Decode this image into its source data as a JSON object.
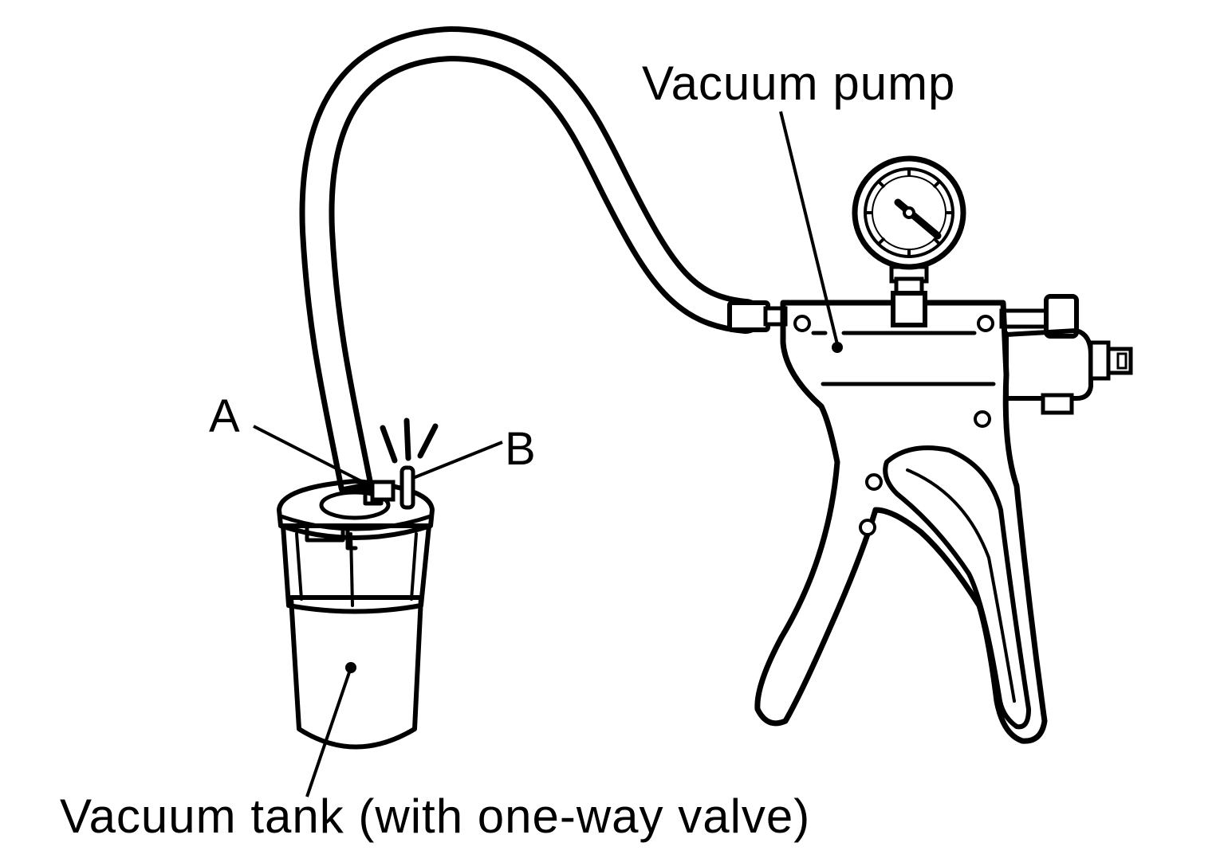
{
  "labels": {
    "vacuum_pump": "Vacuum pump",
    "vacuum_tank": "Vacuum tank (with one-way valve)",
    "port_a": "A",
    "port_b": "B"
  },
  "colors": {
    "ink": "#000000",
    "paper": "#ffffff"
  }
}
